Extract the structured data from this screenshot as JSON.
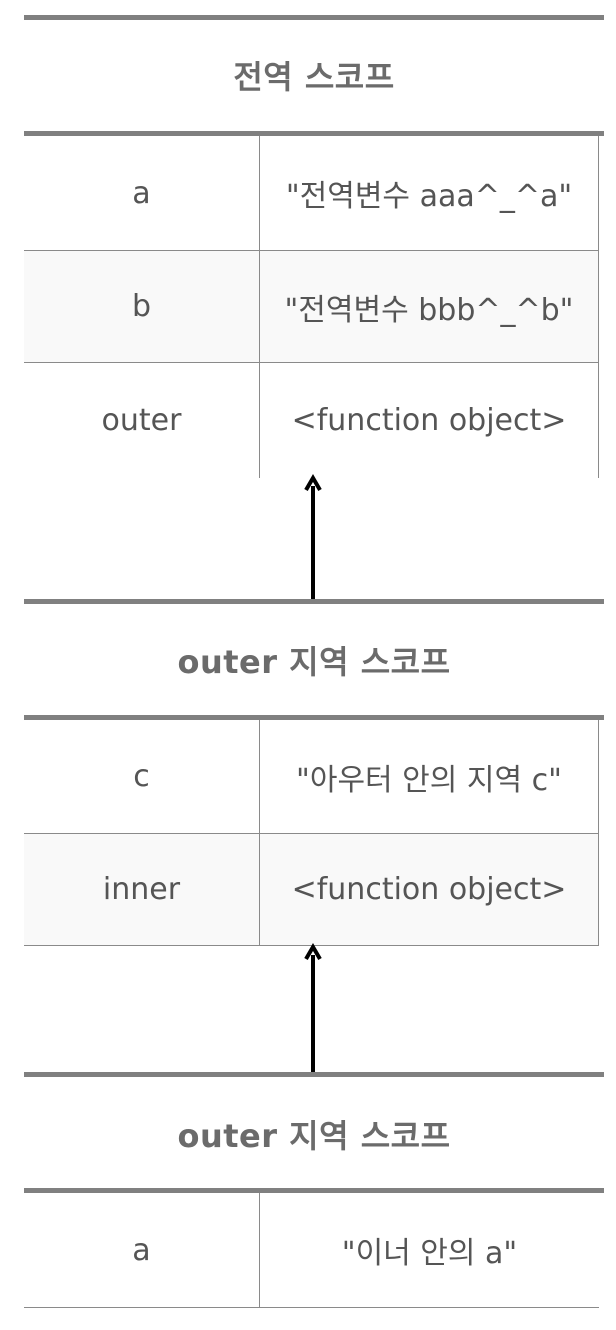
{
  "scopes": [
    {
      "title": "전역 스코프",
      "rows": [
        {
          "name": "a",
          "value": "\"전역변수 aaa^_^a\""
        },
        {
          "name": "b",
          "value": "\"전역변수 bbb^_^b\""
        },
        {
          "name": "outer",
          "value": "<function object>"
        }
      ]
    },
    {
      "title": "outer 지역 스코프",
      "rows": [
        {
          "name": "c",
          "value": "\"아우터 안의 지역 c\""
        },
        {
          "name": "inner",
          "value": "<function object>"
        }
      ]
    },
    {
      "title": "outer 지역 스코프",
      "rows": [
        {
          "name": "a",
          "value": "\"이너 안의 a\""
        }
      ]
    }
  ]
}
